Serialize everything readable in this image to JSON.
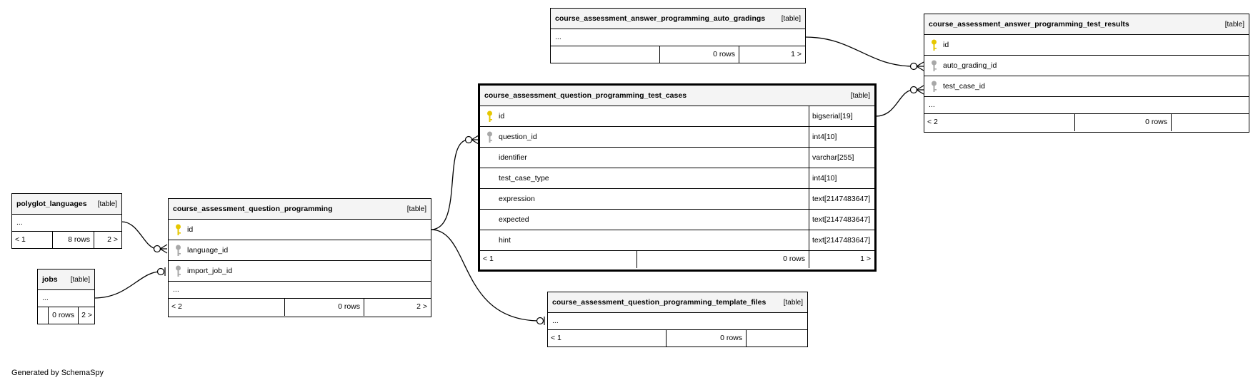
{
  "generator": "Generated by SchemaSpy",
  "ellipsis": "...",
  "tables": {
    "auto_gradings": {
      "name": "course_assessment_answer_programming_auto_gradings",
      "type": "[table]",
      "footer": {
        "left": "",
        "mid": "0 rows",
        "right": "1 >"
      }
    },
    "test_results": {
      "name": "course_assessment_answer_programming_test_results",
      "type": "[table]",
      "columns": [
        {
          "name": "id",
          "key": "primary-key-icon"
        },
        {
          "name": "auto_grading_id",
          "key": "foreign-key-icon"
        },
        {
          "name": "test_case_id",
          "key": "foreign-key-icon"
        }
      ],
      "footer": {
        "left": "< 2",
        "mid": "0 rows",
        "right": ""
      }
    },
    "test_cases": {
      "name": "course_assessment_question_programming_test_cases",
      "type": "[table]",
      "columns": [
        {
          "name": "id",
          "datatype": "bigserial[19]",
          "key": "primary-key-icon"
        },
        {
          "name": "question_id",
          "datatype": "int4[10]",
          "key": "foreign-key-icon"
        },
        {
          "name": "identifier",
          "datatype": "varchar[255]",
          "key": ""
        },
        {
          "name": "test_case_type",
          "datatype": "int4[10]",
          "key": ""
        },
        {
          "name": "expression",
          "datatype": "text[2147483647]",
          "key": ""
        },
        {
          "name": "expected",
          "datatype": "text[2147483647]",
          "key": ""
        },
        {
          "name": "hint",
          "datatype": "text[2147483647]",
          "key": ""
        }
      ],
      "footer": {
        "left": "< 1",
        "mid": "0 rows",
        "right": "1 >"
      }
    },
    "programming": {
      "name": "course_assessment_question_programming",
      "type": "[table]",
      "columns": [
        {
          "name": "id",
          "key": "primary-key-icon"
        },
        {
          "name": "language_id",
          "key": "foreign-key-icon"
        },
        {
          "name": "import_job_id",
          "key": "foreign-key-icon"
        }
      ],
      "footer": {
        "left": "< 2",
        "mid": "0 rows",
        "right": "2 >"
      }
    },
    "polyglot": {
      "name": "polyglot_languages",
      "type": "[table]",
      "footer": {
        "left": "< 1",
        "mid": "8 rows",
        "right": "2 >"
      }
    },
    "jobs": {
      "name": "jobs",
      "type": "[table]",
      "footer": {
        "left": "",
        "mid": "0 rows",
        "right": "2 >"
      }
    },
    "template_files": {
      "name": "course_assessment_question_programming_template_files",
      "type": "[table]",
      "footer": {
        "left": "< 1",
        "mid": "0 rows",
        "right": ""
      }
    }
  },
  "colors": {
    "primary_key": "#e6c700",
    "foreign_key": "#a8a8a8",
    "header_bg": "#f4f4f4"
  }
}
